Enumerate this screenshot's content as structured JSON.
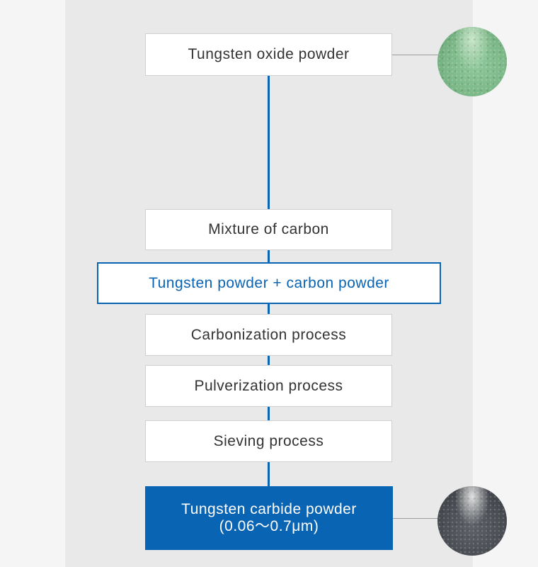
{
  "flow": {
    "steps": [
      {
        "label": "Tungsten oxide powder"
      },
      {
        "label": "Mixture of carbon"
      },
      {
        "label": "Tungsten powder + carbon powder"
      },
      {
        "label": "Carbonization process"
      },
      {
        "label": "Pulverization process"
      },
      {
        "label": "Sieving process"
      }
    ],
    "result": {
      "line1": "Tungsten carbide powder",
      "line2": "(0.06～0.7μm)"
    }
  },
  "colors": {
    "accent": "#0a64b4",
    "panel_background": "#e9e9e9",
    "page_background": "#f5f5f5",
    "box_border": "#cfcfcf",
    "text": "#333333",
    "oxide_powder": "#7cb888",
    "carbide_powder": "#4a4e54"
  },
  "images": {
    "start_photo": "tungsten-oxide-powder-photo",
    "end_photo": "tungsten-carbide-powder-photo"
  }
}
